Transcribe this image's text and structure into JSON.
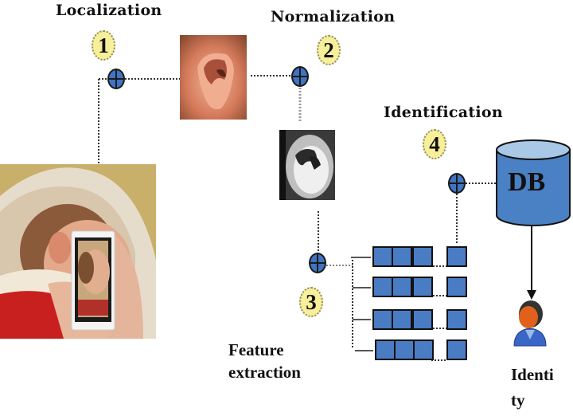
{
  "diagram": {
    "title": "Ear-based identification pipeline",
    "steps": [
      {
        "number": "1",
        "label": "Localization"
      },
      {
        "number": "2",
        "label": "Normalization"
      },
      {
        "number": "3",
        "label": "Feature extraction"
      },
      {
        "number": "4",
        "label": "Identification"
      }
    ],
    "images": {
      "input_photo": "baby-photographed-with-smartphone",
      "localized_ear": "color-ear-crop",
      "normalized_ear": "grayscale-ear-crop"
    },
    "database": {
      "label": "DB"
    },
    "output": {
      "label_line1": "Identi",
      "label_line2": "ty"
    },
    "feature_rows": 4,
    "colors": {
      "node_fill": "#3f74c2",
      "badge_fill": "#f7ef9a",
      "db_fill": "#4a80c4",
      "db_top": "#a9c8e6",
      "cell_fill": "#4a7cc4"
    }
  }
}
